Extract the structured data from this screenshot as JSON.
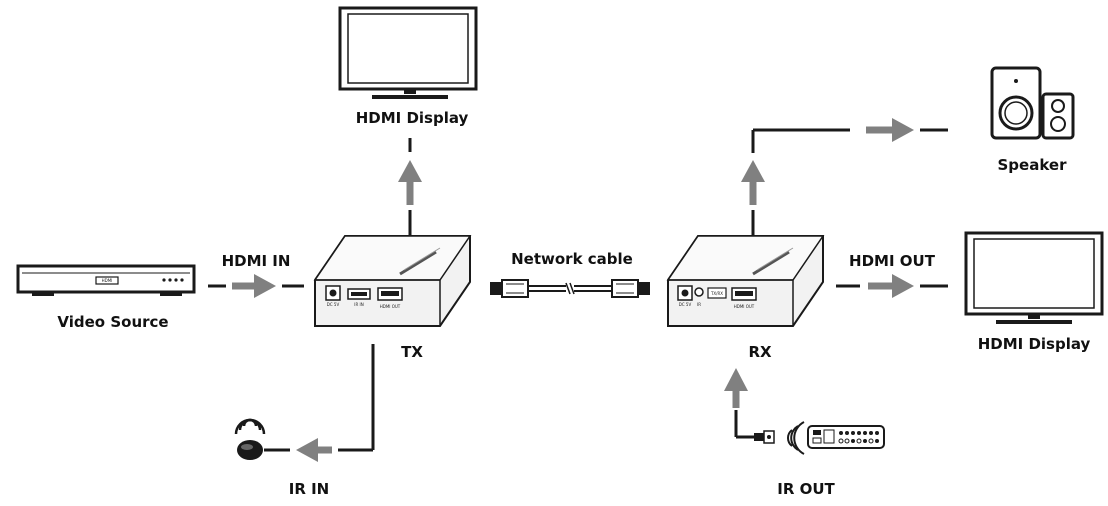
{
  "labels": {
    "hdmi_display_top": "HDMI Display",
    "speaker": "Speaker",
    "hdmi_in": "HDMI IN",
    "network_cable": "Network cable",
    "hdmi_out": "HDMI OUT",
    "video_source": "Video Source",
    "tx": "TX",
    "rx": "RX",
    "hdmi_display_right": "HDMI Display",
    "ir_in": "IR IN",
    "ir_out": "IR OUT"
  },
  "device_text": {
    "player_display": "HDMI",
    "tx_port_dc": "DC 5V",
    "tx_port_ir": "IR IN",
    "tx_port_hdmi": "HDMI OUT",
    "rx_port_dc": "DC 5V",
    "rx_port_ir": "IR",
    "rx_port_net": "TX/RX",
    "rx_port_hdmi": "HDMI OUT"
  },
  "colors": {
    "line": "#1a1a1a",
    "arrow": "#808080",
    "device_fill": "#f2f2f2"
  }
}
